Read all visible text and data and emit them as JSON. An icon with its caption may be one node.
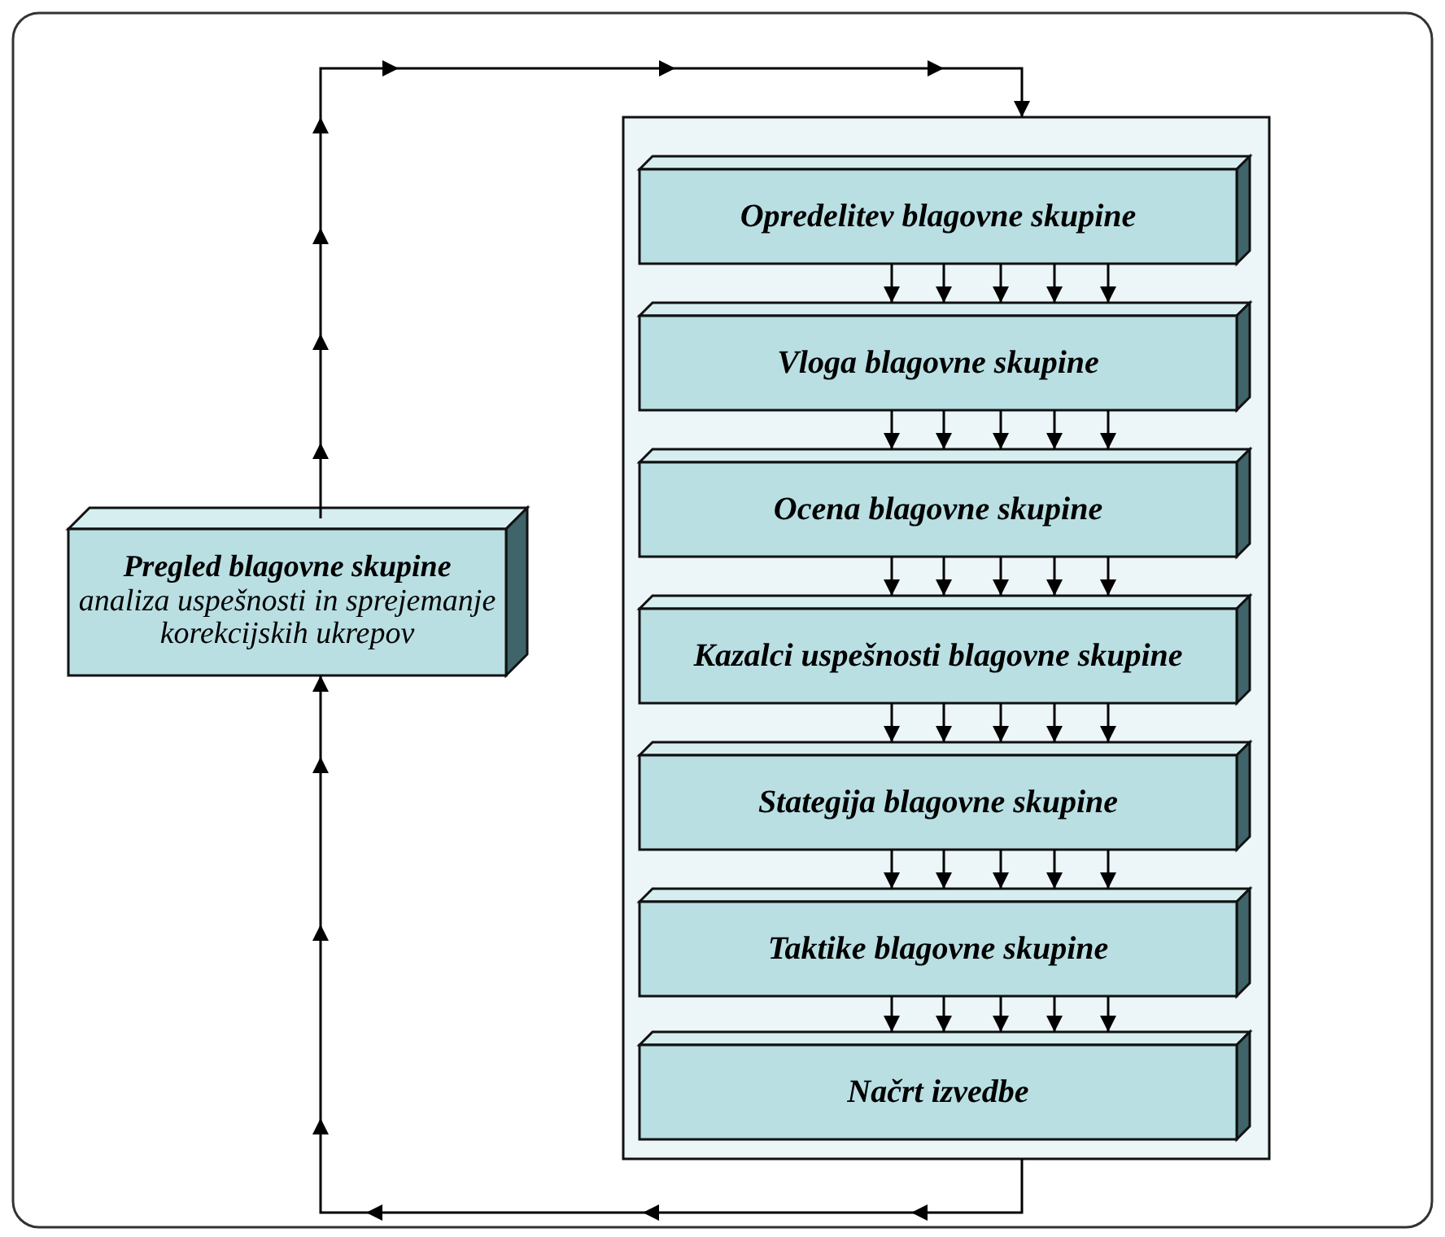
{
  "diagram": {
    "nodes": [
      {
        "text": [
          "Pregled blagovne skupine",
          "analiza uspešnosti in sprejemanje korekcijskih ukrepov"
        ]
      },
      {
        "text": [],
        "shape": "box"
      },
      {
        "text": [
          "Opredelitev blagovne skupine"
        ],
        "in": 1
      },
      {
        "text": [
          "Vloga blagovne skupine"
        ],
        "in": 1
      },
      {
        "text": [
          "Ocena blagovne skupine"
        ],
        "in": 1
      },
      {
        "text": [
          "Kazalci uspešnosti blagovne skupine"
        ],
        "in": 1
      },
      {
        "text": [
          "Stategija blagovne skupine"
        ],
        "in": 1
      },
      {
        "text": [
          "Taktike blagovne skupine"
        ],
        "in": 1
      },
      {
        "text": [
          "Načrt izvedbe"
        ],
        "in": 1
      }
    ],
    "edges": [
      {
        "from": 0,
        "to": 1,
        "arrow": "to"
      },
      {
        "from": 1,
        "to": 0,
        "arrow": "to"
      },
      {
        "from": 2,
        "to": 3,
        "arrow": "to"
      },
      {
        "from": 2,
        "to": 3,
        "arrow": "to"
      },
      {
        "from": 2,
        "to": 3,
        "arrow": "to"
      },
      {
        "from": 2,
        "to": 3,
        "arrow": "to"
      },
      {
        "from": 2,
        "to": 3,
        "arrow": "to"
      },
      {
        "from": 3,
        "to": 4,
        "arrow": "to"
      },
      {
        "from": 3,
        "to": 4,
        "arrow": "to"
      },
      {
        "from": 3,
        "to": 4,
        "arrow": "to"
      },
      {
        "from": 3,
        "to": 4,
        "arrow": "to"
      },
      {
        "from": 3,
        "to": 4,
        "arrow": "to"
      },
      {
        "from": 4,
        "to": 5,
        "arrow": "to"
      },
      {
        "from": 4,
        "to": 5,
        "arrow": "to"
      },
      {
        "from": 4,
        "to": 5,
        "arrow": "to"
      },
      {
        "from": 4,
        "to": 5,
        "arrow": "to"
      },
      {
        "from": 4,
        "to": 5,
        "arrow": "to"
      },
      {
        "from": 5,
        "to": 6,
        "arrow": "to"
      },
      {
        "from": 5,
        "to": 6,
        "arrow": "to"
      },
      {
        "from": 5,
        "to": 6,
        "arrow": "to"
      },
      {
        "from": 5,
        "to": 6,
        "arrow": "to"
      },
      {
        "from": 5,
        "to": 6,
        "arrow": "to"
      },
      {
        "from": 6,
        "to": 7,
        "arrow": "to"
      },
      {
        "from": 6,
        "to": 7,
        "arrow": "to"
      },
      {
        "from": 6,
        "to": 7,
        "arrow": "to"
      },
      {
        "from": 6,
        "to": 7,
        "arrow": "to"
      },
      {
        "from": 6,
        "to": 7,
        "arrow": "to"
      },
      {
        "from": 7,
        "to": 8,
        "arrow": "to"
      },
      {
        "from": 7,
        "to": 8,
        "arrow": "to"
      },
      {
        "from": 7,
        "to": 8,
        "arrow": "to"
      },
      {
        "from": 7,
        "to": 8,
        "arrow": "to"
      },
      {
        "from": 7,
        "to": 8,
        "arrow": "to"
      }
    ]
  }
}
